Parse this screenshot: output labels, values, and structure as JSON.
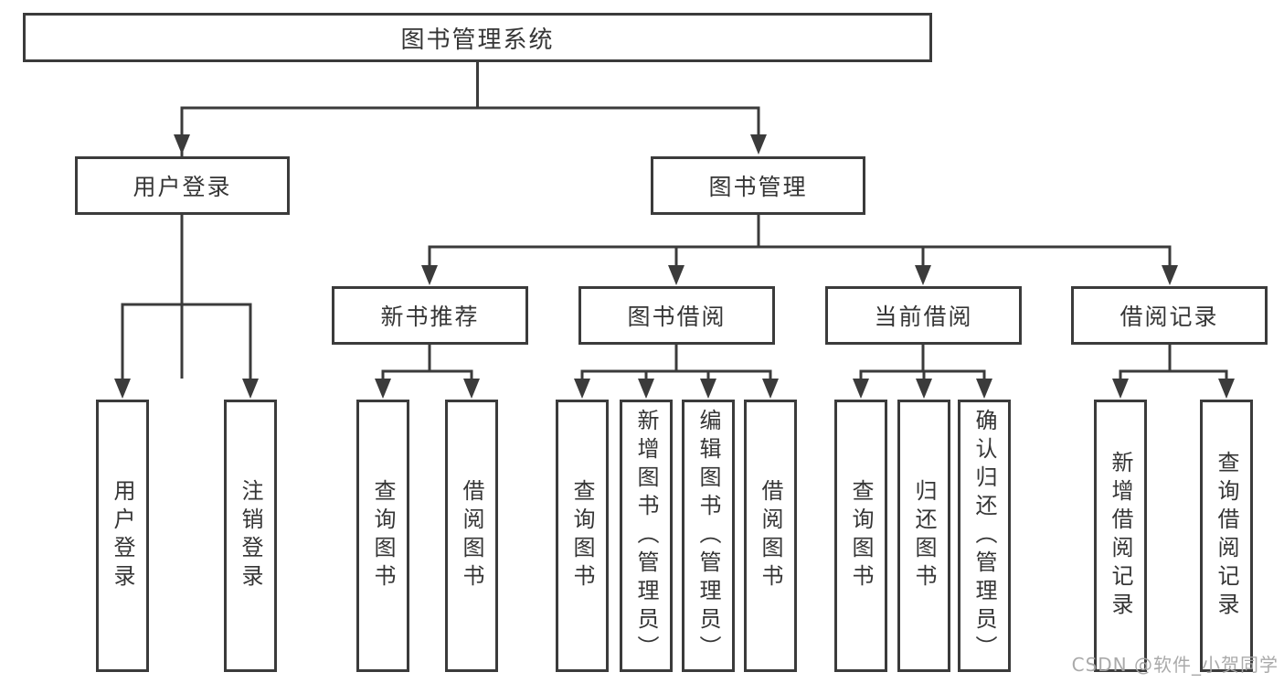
{
  "diagram": {
    "root": {
      "label": "图书管理系统"
    },
    "branches": [
      {
        "label": "用户登录",
        "children": [
          {
            "label": "用户登录"
          },
          {
            "label": "注销登录"
          }
        ]
      },
      {
        "label": "图书管理",
        "groups": [
          {
            "label": "新书推荐",
            "children": [
              {
                "label": "查询图书"
              },
              {
                "label": "借阅图书"
              }
            ]
          },
          {
            "label": "图书借阅",
            "children": [
              {
                "label": "查询图书"
              },
              {
                "label": "新增图书（管理员）"
              },
              {
                "label": "编辑图书（管理员）"
              },
              {
                "label": "借阅图书"
              }
            ]
          },
          {
            "label": "当前借阅",
            "children": [
              {
                "label": "查询图书"
              },
              {
                "label": "归还图书"
              },
              {
                "label": "确认归还（管理员）"
              }
            ]
          },
          {
            "label": "借阅记录",
            "children": [
              {
                "label": "新增借阅记录"
              },
              {
                "label": "查询借阅记录"
              }
            ]
          }
        ]
      }
    ]
  },
  "watermark": {
    "text": "CSDN @软件_小贺同学"
  },
  "colors": {
    "line": "#3b3b3b",
    "text": "#353535",
    "background": "#ffffff",
    "watermark": "#a5a5a5"
  }
}
